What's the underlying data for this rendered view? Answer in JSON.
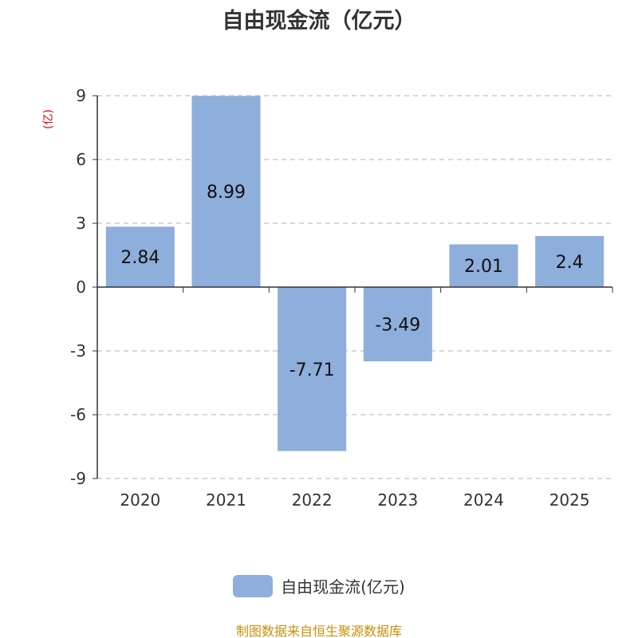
{
  "chart_data": {
    "type": "bar",
    "title": "自由现金流（亿元）",
    "ylabel": "(亿)",
    "xlabel": "",
    "categories": [
      "2020",
      "2021",
      "2022",
      "2023",
      "2024",
      "2025"
    ],
    "values": [
      2.84,
      8.99,
      -7.71,
      -3.49,
      2.01,
      2.4
    ],
    "value_labels": [
      "2.84",
      "8.99",
      "-7.71",
      "-3.49",
      "2.01",
      "2.4"
    ],
    "ylim": [
      -9,
      9
    ],
    "yticks": [
      9,
      6,
      3,
      0,
      -3,
      -6,
      -9
    ],
    "grid": true,
    "legend": {
      "label": "自由现金流(亿元)",
      "position": "bottom"
    },
    "bar_color": "#8eaedb"
  },
  "footer": "制图数据来自恒生聚源数据库"
}
